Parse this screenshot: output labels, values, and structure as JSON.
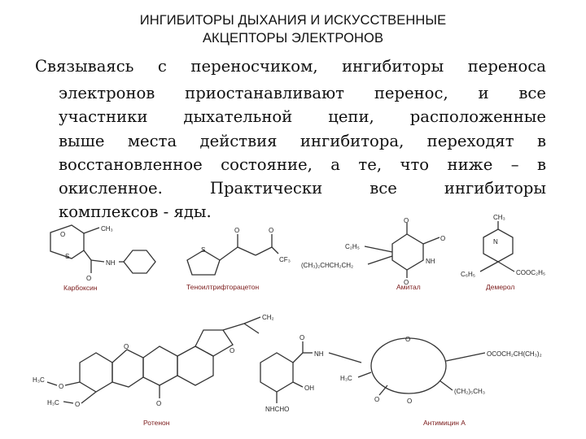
{
  "title": {
    "line1": "ИНГИБИТОРЫ ДЫХАНИЯ И ИСКУССТВЕННЫЕ",
    "line2": "АКЦЕПТОРЫ ЭЛЕКТРОНОВ"
  },
  "body": {
    "lines": [
      "Связываясь с переносчиком, ингибиторы переноса",
      "электронов приостанавливают перенос, и все",
      "участники дыхательной цепи, расположенные",
      "выше места действия ингибитора, переходят в",
      "восстановленное состояние, а те, что ниже – в",
      "окисленное. Практически все ингибиторы",
      "комплексов - яды."
    ]
  },
  "structures": {
    "captions": {
      "carboxin": "Карбоксин",
      "tta": "Теноилтрифторацетон",
      "amytal": "Амитал",
      "demerol": "Демерол",
      "rotenone": "Ротенон",
      "antimycin": "Антимицин А"
    },
    "atom_labels": {
      "carboxin_ch3": "CH₃",
      "carboxin_nh": "NH",
      "tta_cf3": "CF₃",
      "amytal_c2h5": "C₂H₅",
      "amytal_chain": "(CH₃)₂CHCH₂CH₂",
      "amytal_nh": "NH",
      "demerol_ch3": "CH₃",
      "demerol_c6h5": "C₆H₅",
      "demerol_ester": "COOC₂H₅",
      "rot_h3c_o1": "H₃C",
      "rot_h3c_o2": "H₃C",
      "rot_ch3": "CH₂",
      "anti_nh": "NH",
      "anti_oh": "OH",
      "anti_nhcho": "NHCHO",
      "anti_h3c": "H₃C",
      "anti_ester": "OCOCH₂CH(CH₃)₂",
      "anti_chain": "(CH₂)₅CH₃"
    }
  }
}
